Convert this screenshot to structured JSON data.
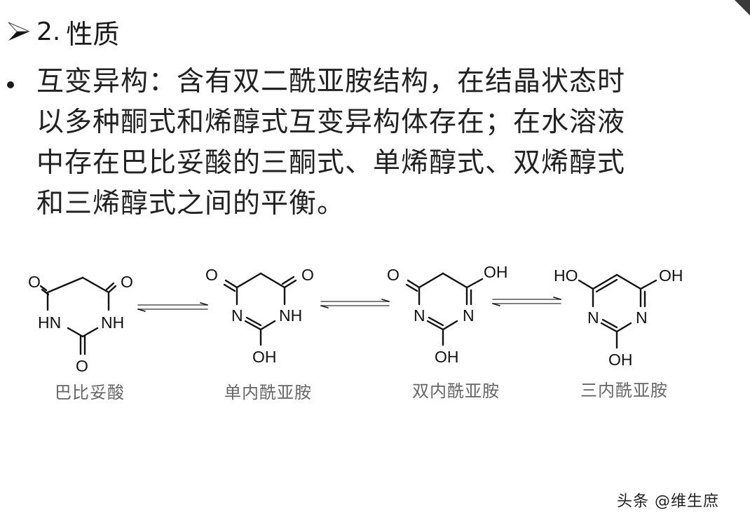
{
  "slide": {
    "heading": {
      "bullet_icon": "arrow-bullet-icon",
      "number": "2.",
      "text": "性质"
    },
    "paragraph": {
      "bullet_icon": "dot-bullet-icon",
      "lines": [
        "互变异构：含有双二酰亚胺结构，在结晶状态时",
        "以多种酮式和烯醇式互变异构体存在；在水溶液",
        "中存在巴比妥酸的三酮式、单烯醇式、双烯醇式",
        "和三烯醇式之间的平衡。"
      ]
    },
    "diagram": {
      "equilibrium_icon": "equilibrium-arrows-icon",
      "molecules": [
        {
          "name": "巴比妥酸",
          "atoms": {
            "top_left": "O",
            "top_right": "O",
            "left_n": "HN",
            "right_n": "NH",
            "bottom": "O"
          }
        },
        {
          "name": "单内酰亚胺",
          "atoms": {
            "top_left": "O",
            "top_right": "O",
            "left_n": "N",
            "right_n": "NH",
            "bottom": "OH"
          }
        },
        {
          "name": "双内酰亚胺",
          "atoms": {
            "top_left": "O",
            "top_right": "OH",
            "left_n": "N",
            "right_n": "N",
            "bottom": "OH"
          }
        },
        {
          "name": "三内酰亚胺",
          "atoms": {
            "top_left": "HO",
            "top_right": "OH",
            "left_n": "N",
            "right_n": "N",
            "bottom": "OH"
          }
        }
      ]
    },
    "watermark": "头条 @维生庶"
  }
}
